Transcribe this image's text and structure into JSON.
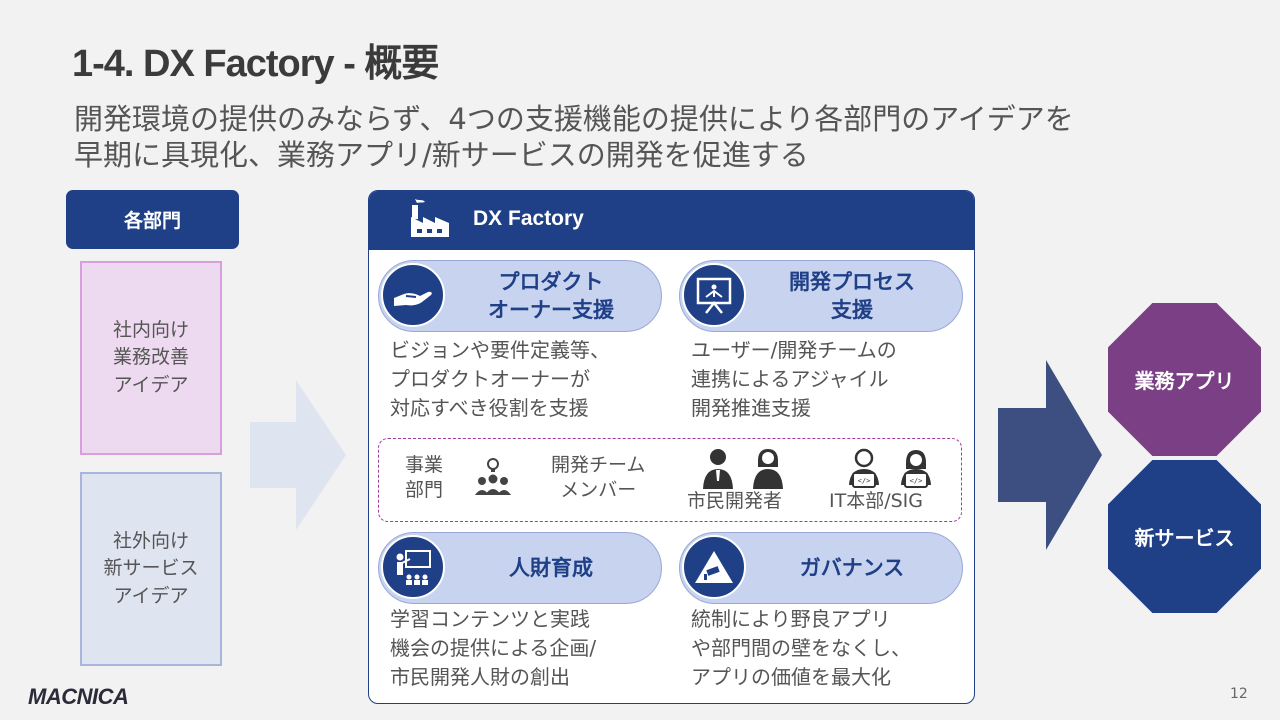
{
  "title": "1-4. DX Factory - 概要",
  "subtitle": [
    "開発環境の提供のみならず、4つの支援機能の提供により各部門のアイデアを",
    "早期に具現化、業務アプリ/新サービスの開発を促進する"
  ],
  "departments": {
    "header": "各部門",
    "internal": "社内向け\n業務改善\nアイデア",
    "external": "社外向け\n新サービス\nアイデア"
  },
  "factory": {
    "title": "DX Factory",
    "functions": [
      {
        "label": "プロダクト\nオーナー支援",
        "icon": "hand-support-icon",
        "desc": "ビジョンや要件定義等、\nプロダクトオーナーが\n対応すべき役割を支援"
      },
      {
        "label": "開発プロセス\n支援",
        "icon": "presentation-board-icon",
        "desc": "ユーザー/開発チームの\n連携によるアジャイル\n開発推進支援"
      },
      {
        "label": "人財育成",
        "icon": "teacher-class-icon",
        "desc": "学習コンテンツと実践\n機会の提供による企画/\n市民開発人財の創出"
      },
      {
        "label": "ガバナンス",
        "icon": "surveillance-camera-icon",
        "desc": "統制により野良アプリ\nや部門間の壁をなくし、\nアプリの価値を最大化"
      }
    ],
    "team": {
      "business_dept": "事業\n部門",
      "dev_team": "開発チーム\nメンバー",
      "citizen_dev": "市民開発者",
      "it_dept": "IT本部/SIG"
    }
  },
  "outputs": {
    "app": "業務アプリ",
    "service": "新サービス"
  },
  "logo": "MACNICA",
  "page_number": "12",
  "colors": {
    "navy": "#1f3f86",
    "purple": "#7b3f86",
    "light_blue": "#c7d3ef",
    "light_pink": "#eedaf0"
  }
}
